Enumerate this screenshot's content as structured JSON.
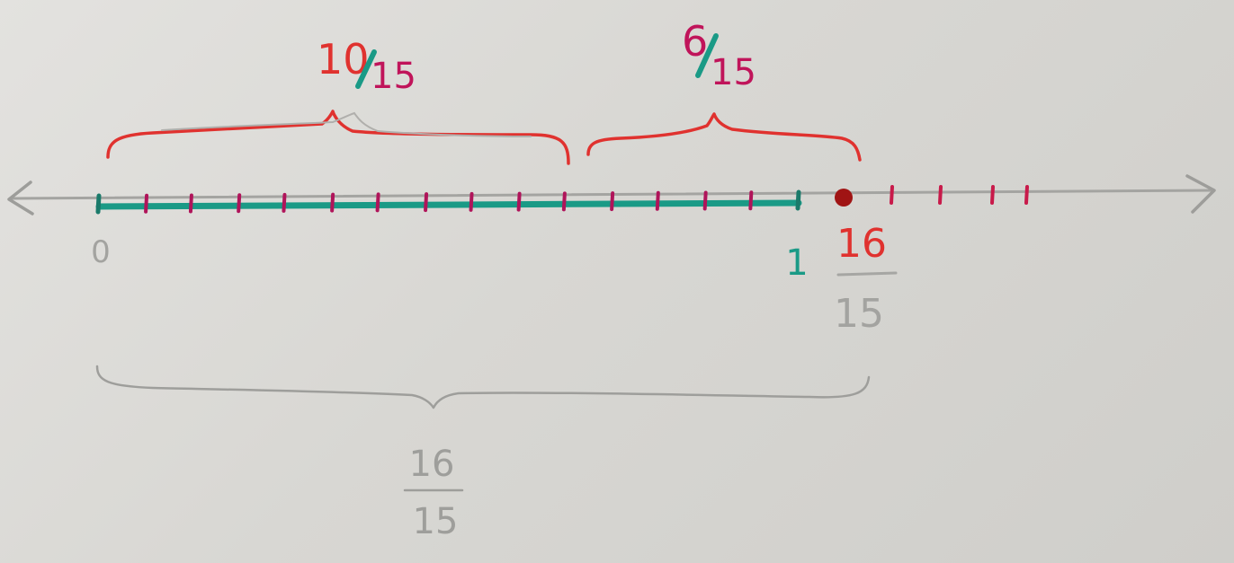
{
  "colors": {
    "paper": "#dcdbd7",
    "pencil": "#9a9a97",
    "teal": "#1a9a86",
    "crimson": "#c0145a",
    "red": "#e0322f",
    "dot": "#a01414"
  },
  "labels": {
    "zero": "0",
    "one": "1",
    "point_num": "16",
    "point_den": "15",
    "bottom_num": "16",
    "bottom_den": "15",
    "frac_a_num": "10",
    "frac_a_den": "15",
    "frac_b_num": "6",
    "frac_b_den": "15"
  }
}
